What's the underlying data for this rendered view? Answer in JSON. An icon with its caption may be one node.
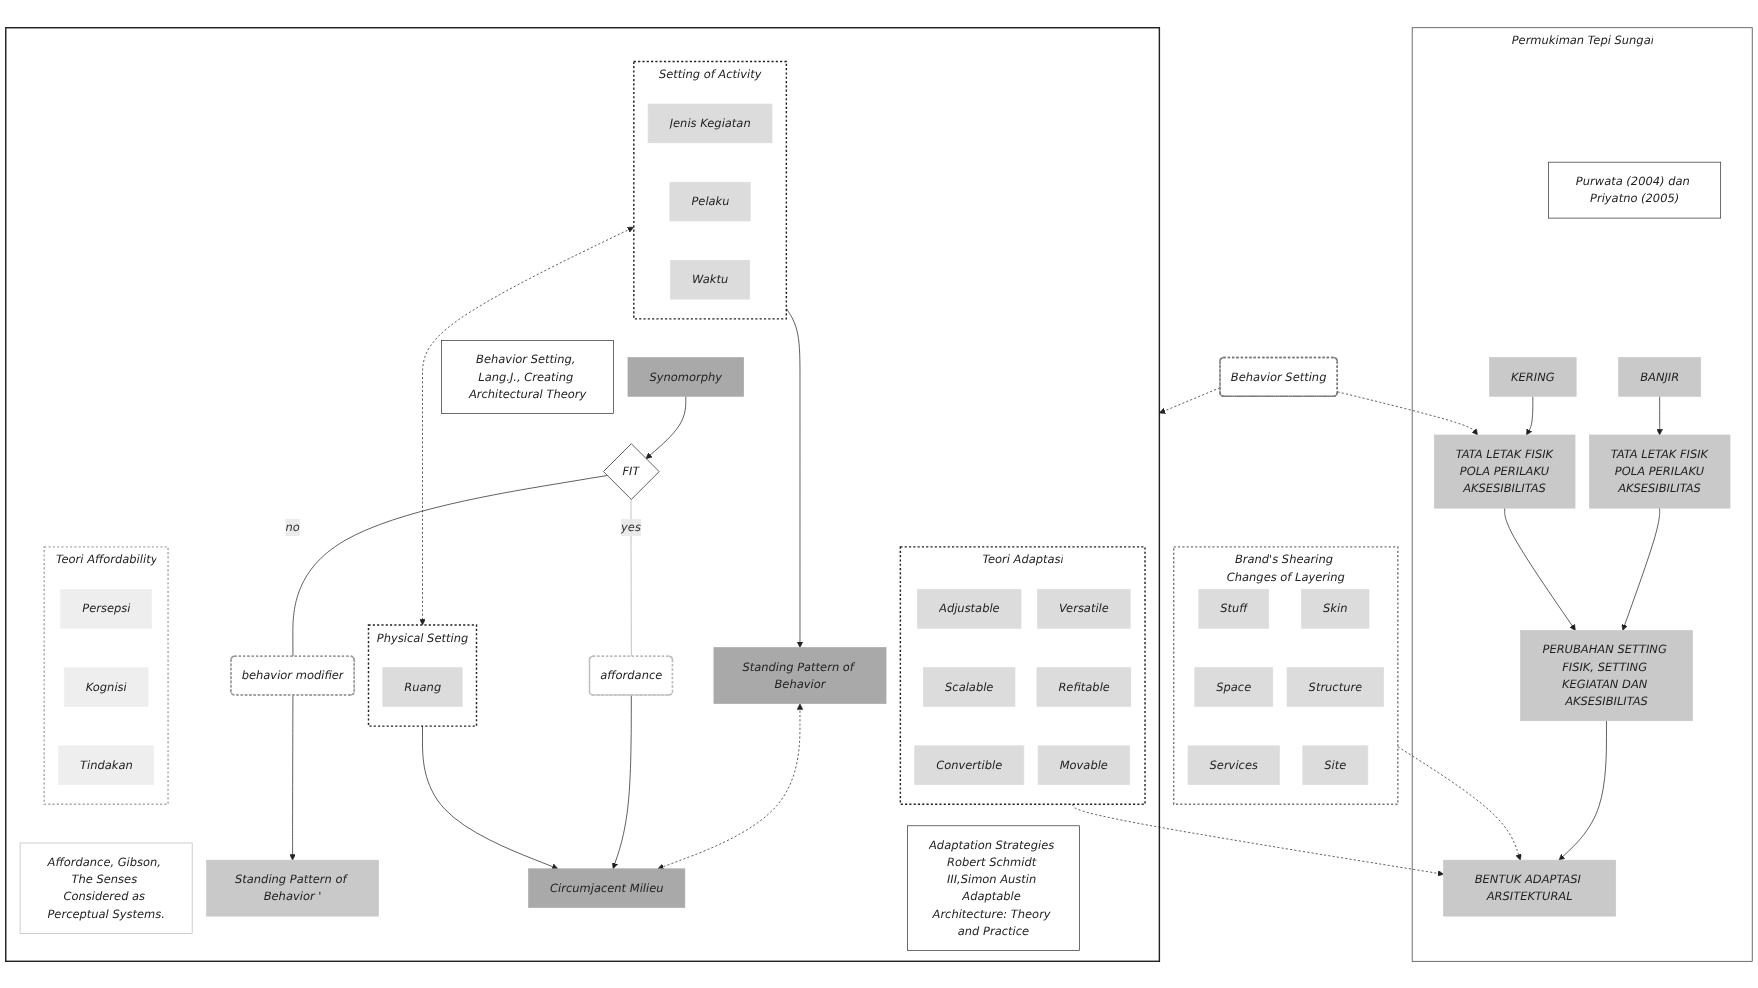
{
  "diagram": {
    "nodes": [
      {
        "text": [
          "Permukiman Tepi Sungai"
        ]
      },
      {
        "text": [
          "Purwata (2004) dan Priyatno (2005)"
        ],
        "in": 0
      },
      {
        "text": [
          "BANJIR"
        ],
        "in": 0
      },
      {
        "text": [
          "KERING"
        ],
        "in": 0
      },
      {
        "text": [
          "TATA LETAK FISIK",
          "POLA PERILAKU",
          "AKSESIBILITAS"
        ],
        "in": 0
      },
      {
        "text": [
          "TATA LETAK FISIK",
          "POLA PERILAKU",
          "AKSESIBILITAS"
        ],
        "in": 0
      },
      {
        "text": [
          "PERUBAHAN SETTING FISIK, SETTING KEGIATAN DAN AKSESIBILITAS"
        ],
        "in": 0
      },
      {
        "text": [
          "BENTUK ADAPTASI ARSITEKTURAL"
        ],
        "in": 0
      },
      {
        "text": [
          "Behavior Setting"
        ]
      },
      {
        "text": [
          "Brand's Shearing Changes of Layering"
        ]
      },
      {
        "text": [
          "Stuff"
        ],
        "in": 9
      },
      {
        "text": [
          "Skin"
        ],
        "in": 9
      },
      {
        "text": [
          "Space"
        ],
        "in": 9
      },
      {
        "text": [
          "Structure"
        ],
        "in": 9
      },
      {
        "text": [
          "Services"
        ],
        "in": 9
      },
      {
        "text": [
          "Site"
        ],
        "in": 9
      },
      {
        "text": [],
        "shape": "box"
      },
      {
        "text": [
          "Setting of Activity"
        ],
        "in": 16
      },
      {
        "text": [
          "Jenis Kegiatan"
        ],
        "in": 17
      },
      {
        "text": [
          "Pelaku"
        ],
        "in": 17
      },
      {
        "text": [
          "Waktu"
        ],
        "in": 17
      },
      {
        "text": [
          "Physical Setting"
        ],
        "in": 16
      },
      {
        "text": [
          "Ruang"
        ],
        "in": 21
      },
      {
        "text": [
          "Standing Pattern of Behavior"
        ],
        "in": 16
      },
      {
        "text": [
          "Synomorphy"
        ],
        "in": 16
      },
      {
        "text": [
          "Circumjacent Milieu"
        ],
        "in": 16
      },
      {
        "text": [
          "Standing Pattern of Behavior '"
        ],
        "in": 16
      },
      {
        "text": [
          "Behavior Setting, Lang.J., Creating Architectural Theory"
        ],
        "in": 16
      },
      {
        "text": [
          "FIT"
        ],
        "in": 16
      },
      {
        "text": [
          "behavior modifier"
        ],
        "in": 16
      },
      {
        "text": [
          "affordance"
        ],
        "in": 16
      },
      {
        "text": [
          "Teori Adaptasi"
        ],
        "in": 16
      },
      {
        "text": [
          "Adjustable"
        ],
        "in": 31
      },
      {
        "text": [
          "Versatile"
        ],
        "in": 31
      },
      {
        "text": [
          "Scalable"
        ],
        "in": 31
      },
      {
        "text": [
          "Refitable"
        ],
        "in": 31
      },
      {
        "text": [
          "Convertible"
        ],
        "in": 31
      },
      {
        "text": [
          "Movable"
        ],
        "in": 31
      },
      {
        "text": [
          "Adaptation Strategies Robert Schmidt III,Simon Austin Adaptable Architecture: Theory and Practice"
        ],
        "in": 16
      },
      {
        "text": [
          "Teori Affordability"
        ],
        "in": 16
      },
      {
        "text": [
          "Persepsi"
        ],
        "in": 39
      },
      {
        "text": [
          "Kognisi"
        ],
        "in": 39
      },
      {
        "text": [
          "Tindakan"
        ],
        "in": 39
      },
      {
        "text": [
          "Affordance, Gibson, The Senses Considered as Perceptual Systems."
        ],
        "in": 16
      }
    ],
    "edges": [
      {
        "from": 2,
        "to": 4,
        "arrow": "to"
      },
      {
        "from": 3,
        "to": 5,
        "arrow": "to"
      },
      {
        "from": 4,
        "to": 6,
        "arrow": "to"
      },
      {
        "from": 5,
        "to": 6,
        "arrow": "to"
      },
      {
        "from": 6,
        "to": 7,
        "arrow": "to"
      },
      {
        "from": 8,
        "to": 5,
        "arrow": "to",
        "style": "dashed"
      },
      {
        "from": 8,
        "to": 16,
        "arrow": "to",
        "style": "dashed"
      },
      {
        "from": 9,
        "to": 7,
        "arrow": "to",
        "style": "dashed"
      },
      {
        "from": 31,
        "to": 7,
        "arrow": "to",
        "style": "dashed"
      },
      {
        "from": 17,
        "to": 21,
        "arrow": "both",
        "style": "dashed"
      },
      {
        "from": 17,
        "to": 23,
        "arrow": "to"
      },
      {
        "from": 21,
        "to": 25,
        "arrow": "to"
      },
      {
        "from": 23,
        "to": 25,
        "arrow": "both",
        "style": "dashed"
      },
      {
        "from": 24,
        "to": 28,
        "arrow": "to"
      },
      {
        "from": 28,
        "to": 29,
        "arrow": "none",
        "label": "no"
      },
      {
        "from": 29,
        "to": 26,
        "arrow": "to"
      },
      {
        "from": 28,
        "to": 30,
        "arrow": "none",
        "label": "yes",
        "color": "#aaaaaa"
      },
      {
        "from": 30,
        "to": 25,
        "arrow": "to"
      }
    ]
  }
}
